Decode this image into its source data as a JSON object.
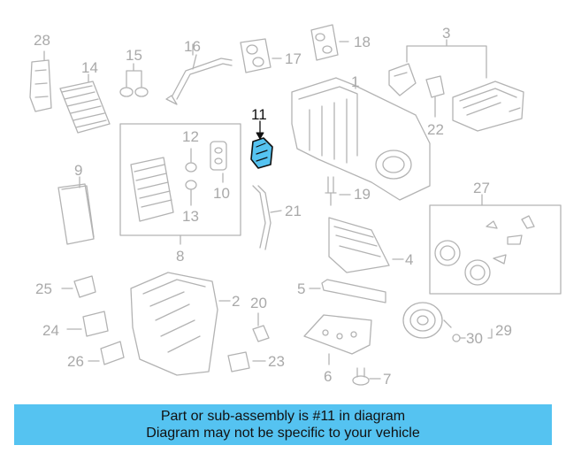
{
  "diagram": {
    "callouts": [
      "28",
      "14",
      "15",
      "16",
      "17",
      "18",
      "3",
      "1",
      "11",
      "22",
      "12",
      "9",
      "10",
      "19",
      "27",
      "21",
      "13",
      "8",
      "4",
      "25",
      "2",
      "5",
      "20",
      "24",
      "30",
      "29",
      "26",
      "23",
      "6",
      "7"
    ],
    "highlighted_part": "11",
    "colors": {
      "line": "#b3b3b3",
      "callout_text": "#a9a9a9",
      "highlight_fill": "#55c3f1",
      "highlight_stroke": "#111111"
    }
  },
  "banner": {
    "line1": "Part or sub-assembly is #11 in diagram",
    "line2": "Diagram may not be specific to your vehicle",
    "color": "#55c3f1"
  }
}
